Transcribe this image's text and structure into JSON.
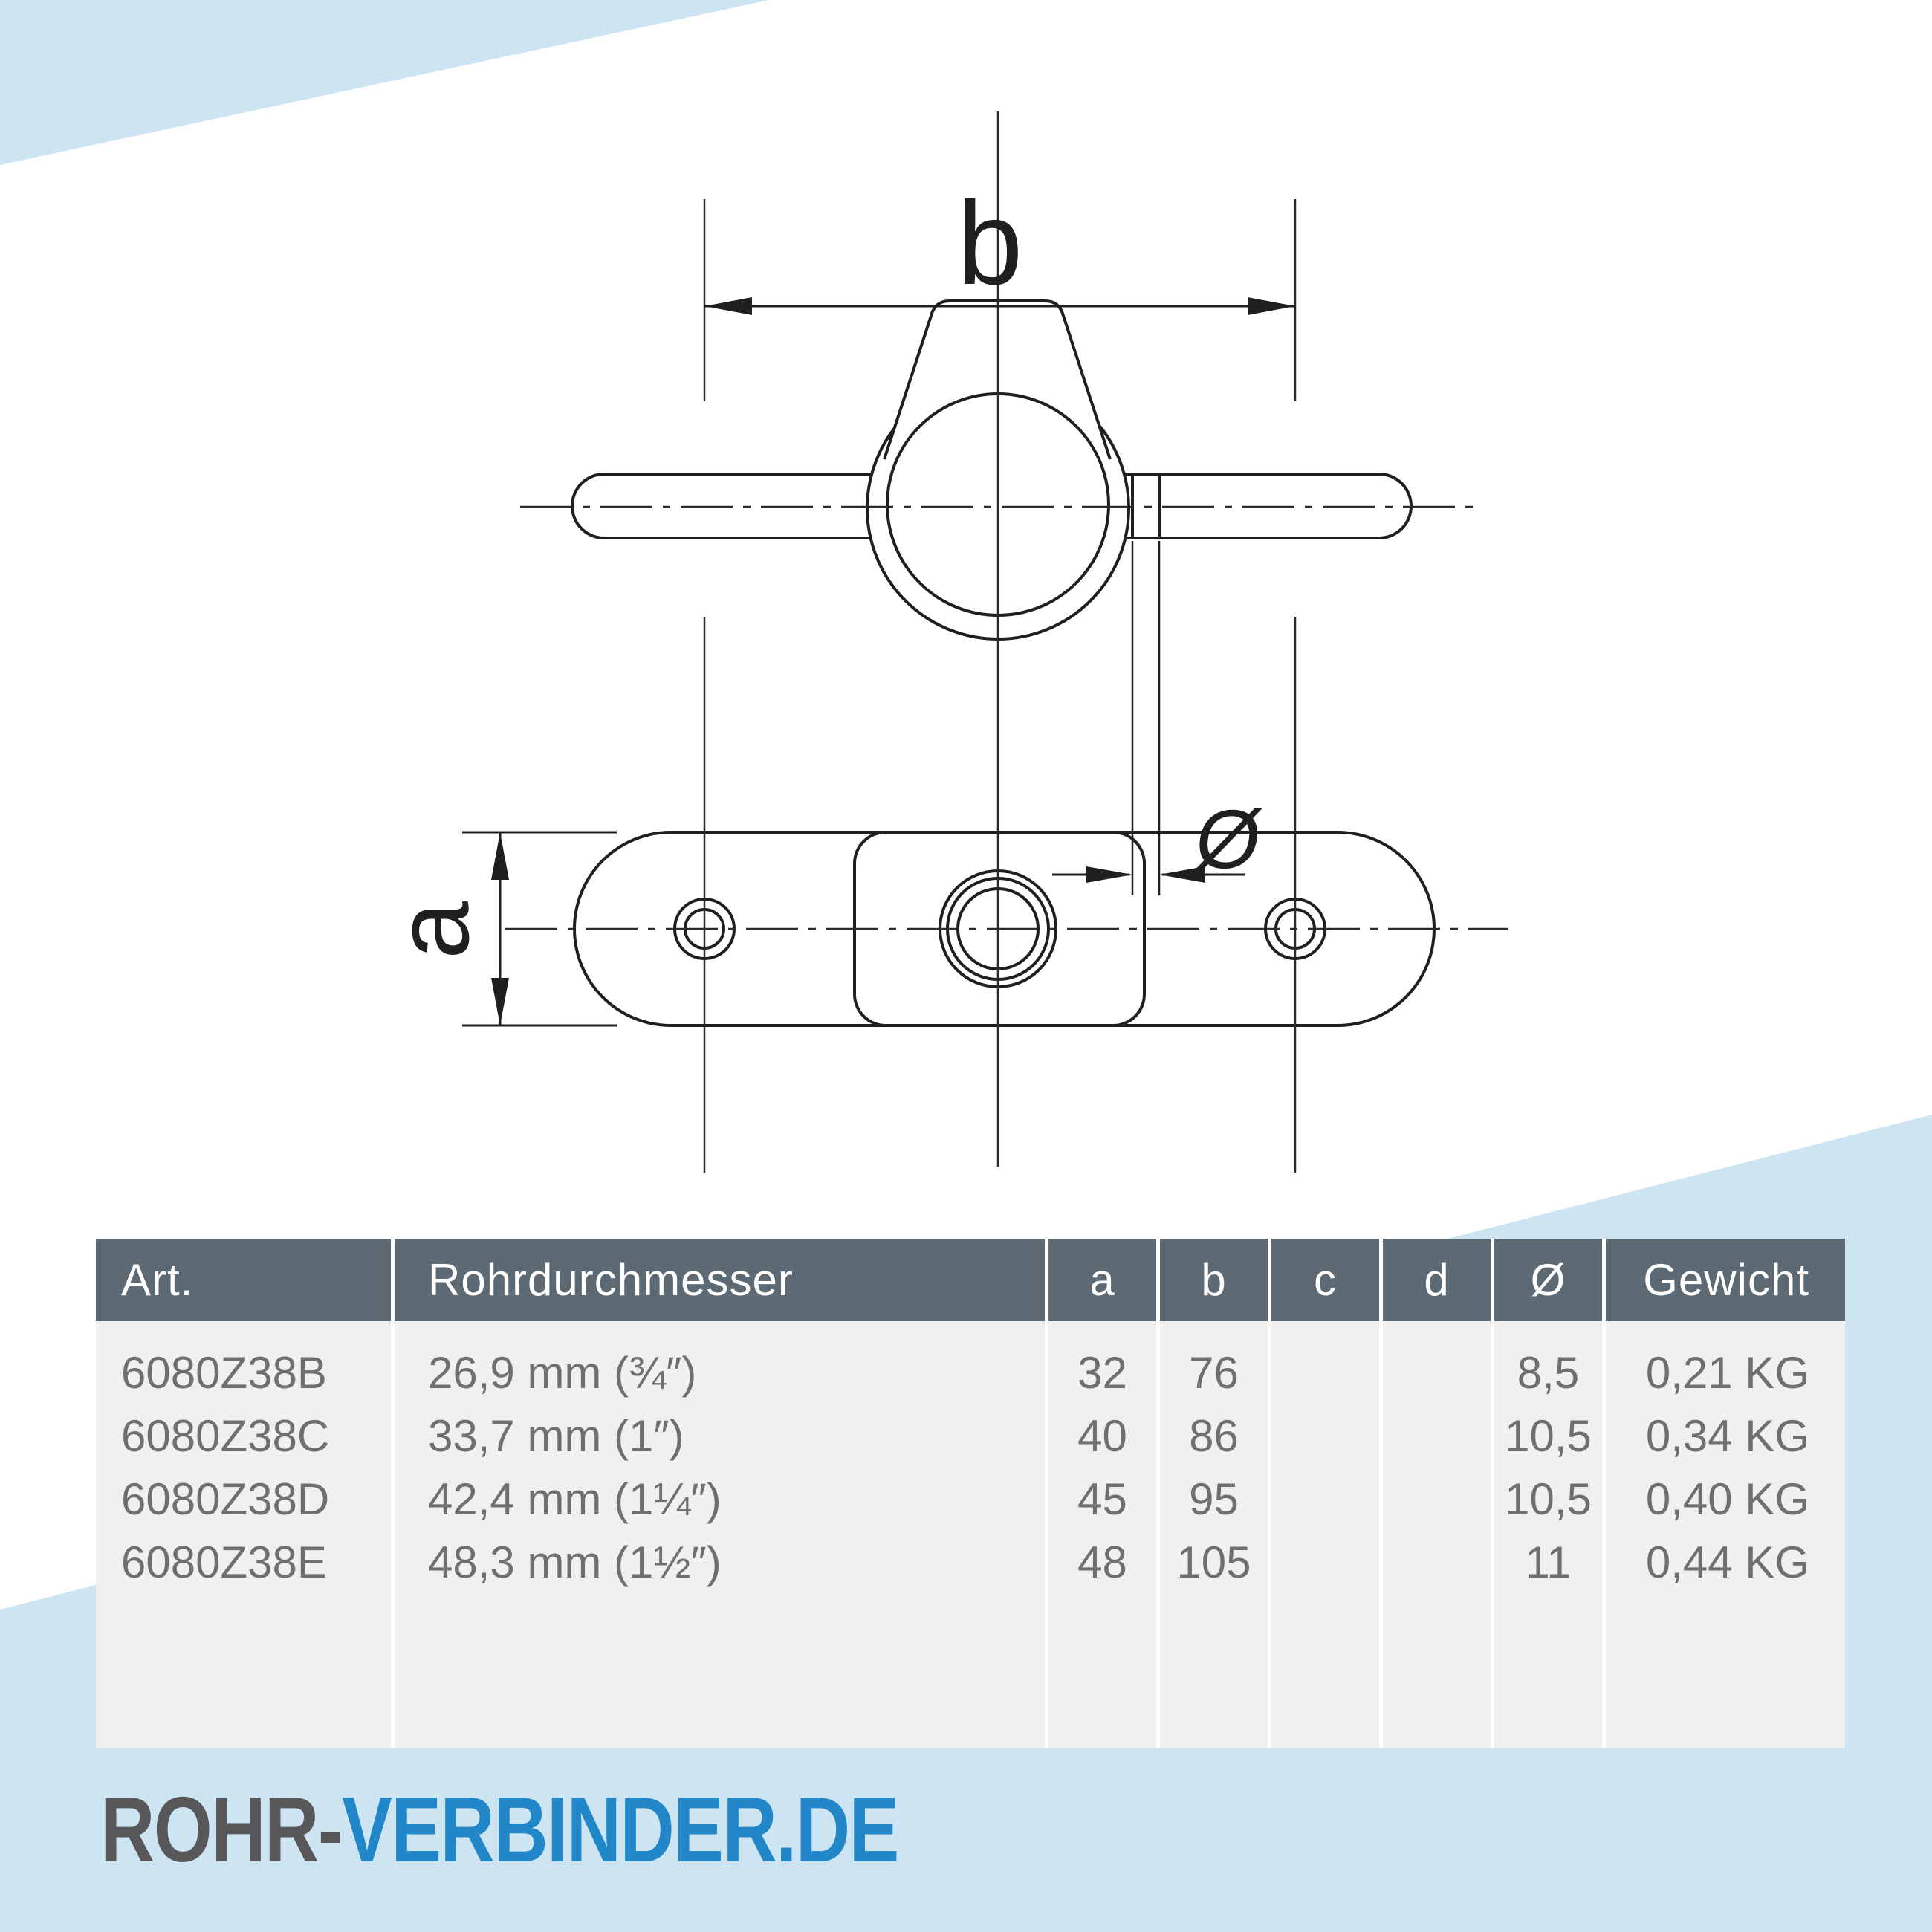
{
  "colors": {
    "accent_light_blue": "#cde4f2",
    "table_header_bg": "#5d6a73",
    "table_body_bg": "#f0f0f0",
    "table_text": "#6f6f6f",
    "logo_gray": "#58585a",
    "logo_blue": "#2187c8",
    "drawing_line": "#1f1f1f"
  },
  "drawing": {
    "dim_b_label": "b",
    "dim_a_label": "a",
    "dim_diameter_label": "Ø"
  },
  "table": {
    "columns": [
      "Art.",
      "Rohrdurchmesser",
      "a",
      "b",
      "c",
      "d",
      "Ø",
      "Gewicht"
    ],
    "rows": [
      [
        "6080Z38B",
        "26,9 mm (¾″)",
        "32",
        "76",
        "",
        "",
        "8,5",
        "0,21 KG"
      ],
      [
        "6080Z38C",
        "33,7 mm (1″)",
        "40",
        "86",
        "",
        "",
        "10,5",
        "0,34 KG"
      ],
      [
        "6080Z38D",
        "42,4 mm (1¼″)",
        "45",
        "95",
        "",
        "",
        "10,5",
        "0,40 KG"
      ],
      [
        "6080Z38E",
        "48,3 mm (1½″)",
        "48",
        "105",
        "",
        "",
        "11",
        "0,44 KG"
      ]
    ]
  },
  "logo": {
    "part1": "ROHR-",
    "part2": "VERBINDER.DE"
  }
}
